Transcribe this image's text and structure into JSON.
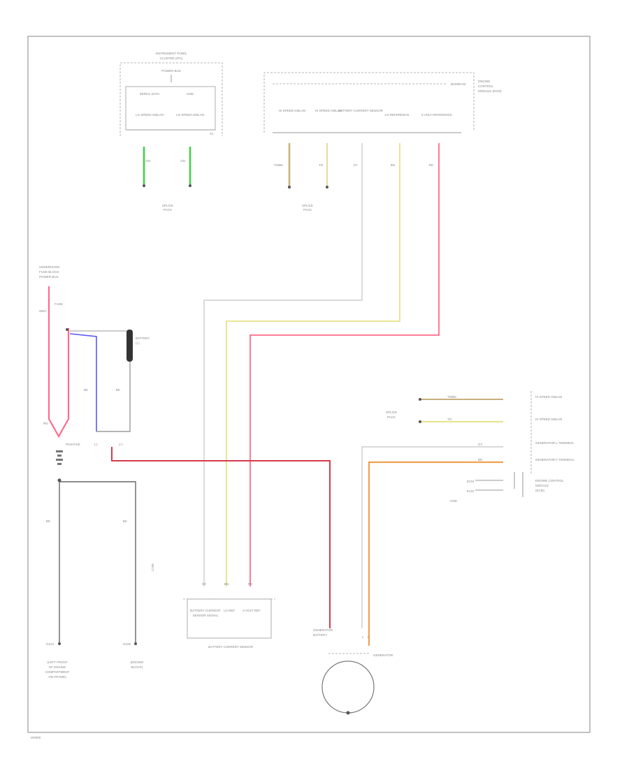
{
  "diagram": {
    "footer_code": "W0000",
    "colors": {
      "green": "#3fd13f",
      "tan": "#c8b07a",
      "yellow": "#e8e28a",
      "pink": "#ff6b8a",
      "red": "#d63a4a",
      "blue": "#5a5af0",
      "orange": "#f0a050",
      "black": "#444444",
      "gray": "#bbbbbb"
    },
    "labels": {
      "ipc_box_title_1": "INSTRUMENT PANEL",
      "ipc_box_title_2": "CLUSTER (IPC)",
      "ipc_sub": "POWER BUS",
      "ipc_col1": "SERIAL DATA",
      "ipc_col2": "GND",
      "ipc_pin1": "LO SPEED GMLAN",
      "ipc_pin2": "LO SPEED GMLAN",
      "ipc_conn": "X1",
      "ipc_wire1": "GN",
      "ipc_wire2": "GN",
      "splice_left_1": "SPLICE",
      "splice_left_2": "PACK",
      "ecm_note_1": "ENGINE",
      "ecm_note_2": "CONTROL",
      "ecm_note_3": "MODULE (ECM)",
      "ecm_note_4": "BCM/ECM",
      "ecm_pin1": "HI SPEED GMLAN",
      "ecm_pin2": "HI SPEED GMLAN",
      "ecm_pin3": "BATTERY CURRENT SENSOR",
      "ecm_pin4": "LO REFERENCE",
      "ecm_pin5": "5 VOLT REFERENCE",
      "ecm_w1": "TN/BK",
      "ecm_w2": "TN",
      "ecm_w3": "GY",
      "ecm_w4": "BN",
      "ecm_w5": "RD",
      "splice_mid_1": "SPLICE",
      "splice_mid_2": "PACK",
      "fuse_block_1": "UNDERHOOD",
      "fuse_block_2": "FUSE BLOCK",
      "fuse_block_3": "POWER BUS",
      "fuse_label": "FUSE",
      "fuse_rating": "250A",
      "wire_red": "RD",
      "wire_blk_1": "BK",
      "wire_blk_2": "BK",
      "battery_label": "BATTERY",
      "battery_pos": "(+)",
      "battery_neg": "(-)",
      "batt_pos_term": "POSITIVE",
      "bk_wire": "BK",
      "ground_1": "G104",
      "ground_2": "G105",
      "ground_note_1a": "(LEFT FRONT",
      "ground_note_1b": "OF ENGINE",
      "ground_note_1c": "COMPARTMENT",
      "ground_note_1d": "ON FRAME)",
      "ground_note_2a": "(ENGINE",
      "ground_note_2b": "BLOCK)",
      "bcs_pin1": "GY",
      "bcs_pin2": "BN",
      "bcs_pin3": "RD",
      "bcs_box_1": "BATTERY CURRENT",
      "bcs_box_2": "SENSOR SIGNAL",
      "bcs_box_3": "LO REF",
      "bcs_box_4": "5 VOLT REF",
      "bcs_title": "BATTERY CURRENT SENSOR",
      "gen_batt_1": "GENERATOR",
      "gen_batt_2": "BATTERY",
      "gen_title": "GENERATOR",
      "gen_term_l": "L",
      "gen_term_f": "F",
      "right_row1": "HI SPEED GMLAN",
      "right_row2": "HI SPEED GMLAN",
      "right_row3": "GENERATOR L TERMINAL",
      "right_row4": "GENERATOR F TERMINAL",
      "right_splice_1": "SPLICE",
      "right_splice_2": "PACK",
      "right_w1": "TN/BK",
      "right_w2": "TN",
      "right_w3": "GY",
      "right_w4": "BN",
      "right_module_1": "ENGINE CONTROL",
      "right_module_2": "MODULE",
      "right_module_3": "(ECM)",
      "right_small_1": "ECM",
      "right_small_2": "ECM",
      "right_small_3": "GND",
      "mid_code": "C100"
    }
  }
}
